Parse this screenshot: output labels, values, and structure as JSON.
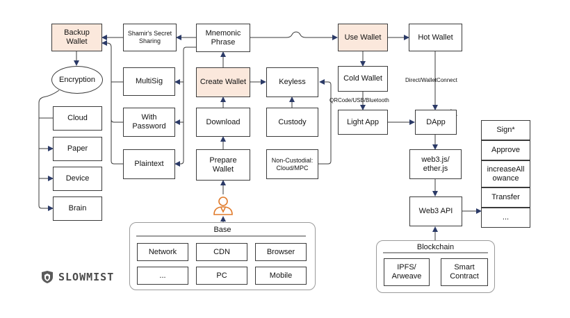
{
  "nodes": {
    "backup_wallet": "Backup Wallet",
    "shamir": "Shamir's Secret Sharing",
    "mnemonic": "Mnemonic Phrase",
    "use_wallet": "Use Wallet",
    "hot_wallet": "Hot Wallet",
    "encryption": "Encryption",
    "multisig": "MultiSig",
    "create_wallet": "Create Wallet",
    "keyless": "Keyless",
    "cold_wallet": "Cold Wallet",
    "with_password": "With Password",
    "download": "Download",
    "custody": "Custody",
    "light_app": "Light App",
    "dapp": "DApp",
    "cloud": "Cloud",
    "paper": "Paper",
    "device": "Device",
    "brain": "Brain",
    "plaintext": "Plaintext",
    "prepare_wallet": "Prepare Wallet",
    "non_custodial": "Non-Custodial: Cloud/MPC",
    "web3js": "web3.js/ ether.js",
    "web3api": "Web3 API",
    "sign": "Sign*",
    "approve": "Approve",
    "increase_allowance": "increaseAll owance",
    "transfer": "Transfer",
    "more_actions": "..."
  },
  "edge_labels": {
    "direct_walletconnect": "Direct/WalletConnect",
    "qrcode_usb_bluetooth": "QRCode/USB/Bluetooth"
  },
  "base": {
    "title": "Base",
    "items": [
      "Network",
      "CDN",
      "Browser",
      "...",
      "PC",
      "Mobile"
    ]
  },
  "blockchain": {
    "title": "Blockchain",
    "items": [
      "IPFS/ Arweave",
      "Smart Contract"
    ]
  },
  "logo": {
    "text": "SLOWMIST"
  },
  "colors": {
    "highlight": "#fbe8dc",
    "stroke": "#3a3a3a",
    "user_icon": "#e07a2a",
    "arrow": "#2b3a67"
  }
}
